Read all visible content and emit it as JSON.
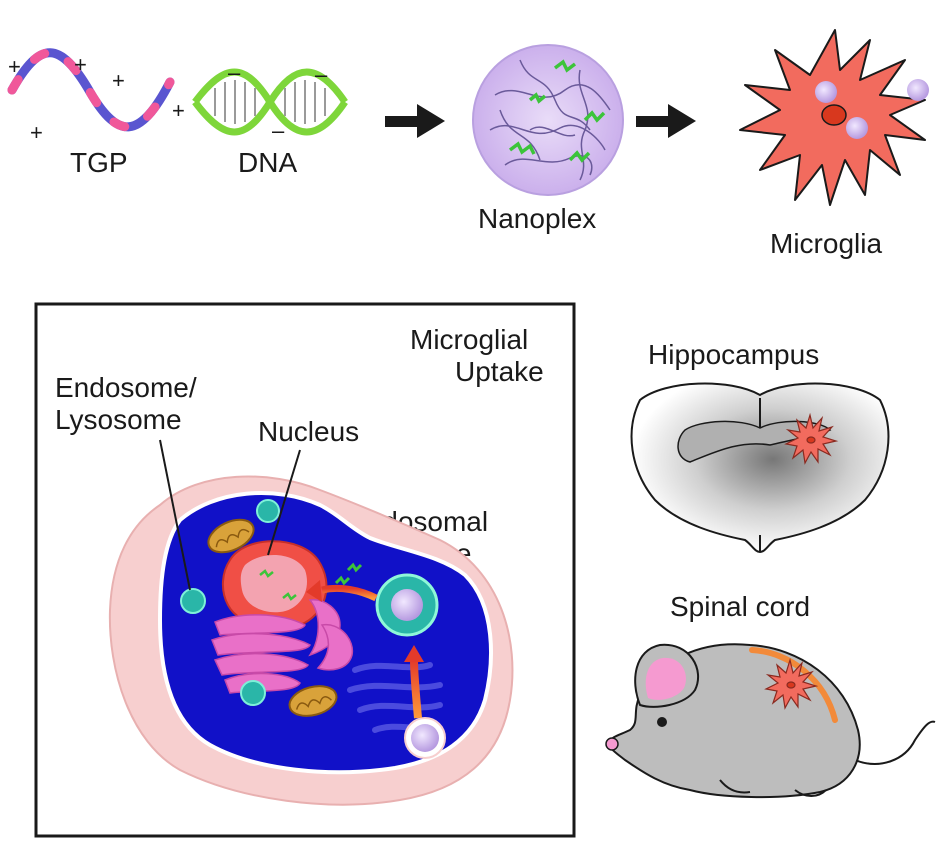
{
  "labels": {
    "tgp": "TGP",
    "dna": "DNA",
    "nanoplex": "Nanoplex",
    "microglia": "Microglia",
    "uptake_line1": "Microglial",
    "uptake_line2": "Uptake",
    "endosome_line1": "Endosome/",
    "endosome_line2": "Lysosome",
    "nucleus": "Nucleus",
    "escape_line1": "Endosomal",
    "escape_line2": "Escape",
    "hippocampus": "Hippocampus",
    "spinal_cord": "Spinal cord"
  },
  "charges": {
    "positive": "+",
    "negative": "–"
  },
  "colors": {
    "tgp_blue": "#5a55d0",
    "tgp_pink": "#f0589a",
    "charge_magenta": "#e0309a",
    "dna_green": "#7ed63a",
    "nanoplex_purple": "#d9c3f2",
    "microglia_red": "#f26b5e",
    "cell_blue": "#1111c8",
    "cell_pink": "#f7cfcf",
    "mouse_gray": "#bdbdbd",
    "ear_pink": "#f59ad0",
    "spinal_orange": "#f28a3a"
  },
  "icons": {
    "arrow1": "right-arrow-icon",
    "arrow2": "right-arrow-icon"
  }
}
